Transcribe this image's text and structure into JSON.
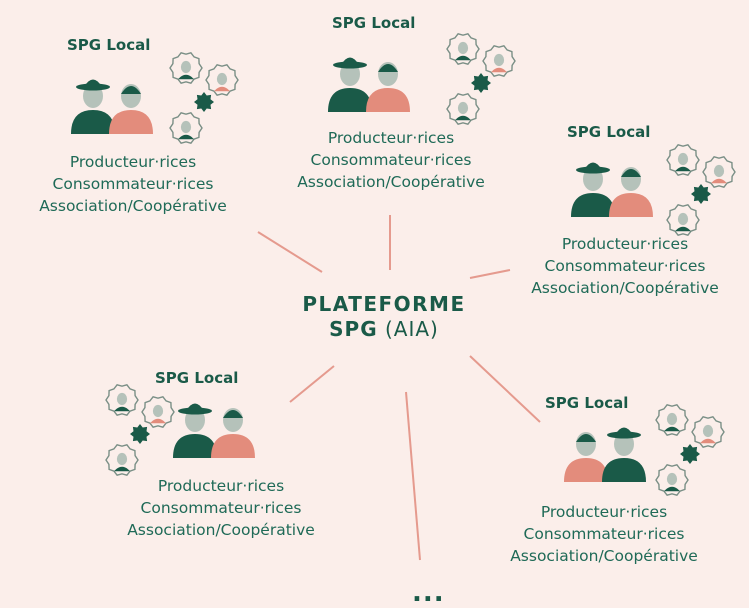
{
  "center": {
    "line1": "PLATEFORME",
    "line2_bold": "SPG",
    "line2_rest": "(AIA)"
  },
  "ellipsis": "...",
  "colors": {
    "background": "#fbeeea",
    "green": "#1a5a48",
    "salmon": "#e38c7c",
    "grey": "#b5c2ba",
    "line": "#e59a8e"
  },
  "icons": [
    "producer-figure-icon",
    "consumer-figure-icon",
    "person-badge-icon",
    "gear-icon"
  ],
  "locals": [
    {
      "title": "SPG Local",
      "roles": [
        "Producteur·rices",
        "Consommateur·rices",
        "Association/Coopérative"
      ]
    },
    {
      "title": "SPG Local",
      "roles": [
        "Producteur·rices",
        "Consommateur·rices",
        "Association/Coopérative"
      ]
    },
    {
      "title": "SPG Local",
      "roles": [
        "Producteur·rices",
        "Consommateur·rices",
        "Association/Coopérative"
      ]
    },
    {
      "title": "SPG Local",
      "roles": [
        "Producteur·rices",
        "Consommateur·rices",
        "Association/Coopérative"
      ]
    },
    {
      "title": "SPG Local",
      "roles": [
        "Producteur·rices",
        "Consommateur·rices",
        "Association/Coopérative"
      ]
    }
  ]
}
